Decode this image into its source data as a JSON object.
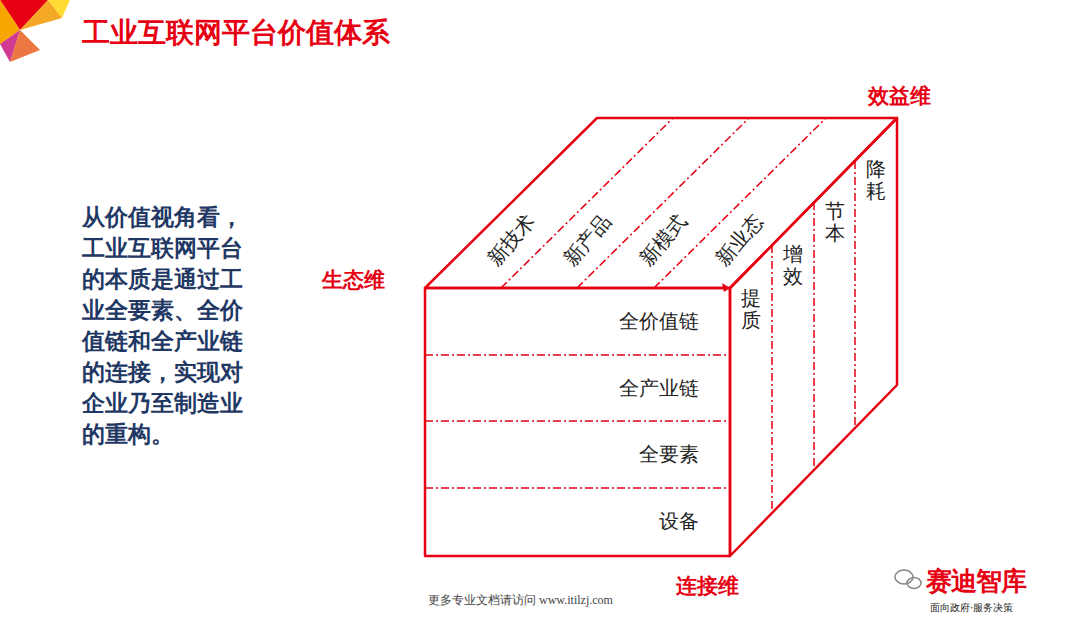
{
  "diagram": {
    "title": "工业互联网平台价值体系",
    "nodes": [
      {
        "text": [
          "新技术"
        ]
      },
      {
        "text": [
          "新产品"
        ]
      },
      {
        "text": [
          "新模式"
        ]
      },
      {
        "text": [
          "新业态"
        ]
      },
      {
        "text": [
          "全价值链"
        ]
      },
      {
        "text": [
          "全产业链"
        ]
      },
      {
        "text": [
          "全要素"
        ]
      },
      {
        "text": [
          "设备"
        ]
      },
      {
        "text": [
          "提质"
        ]
      },
      {
        "text": [
          "增效"
        ]
      },
      {
        "text": [
          "节本"
        ]
      },
      {
        "text": [
          "降耗"
        ]
      }
    ],
    "labels": [
      "从价值视角看，工业互联网平台的本质是通过工业全要素、全价值链和全产业链的连接，实现对企业乃至制造业的重构。",
      "效益维",
      "生态维",
      "连接维",
      "更多专业文档请访问 www.itilzj.com",
      "赛迪智库",
      "面向政府·服务决策"
    ]
  }
}
